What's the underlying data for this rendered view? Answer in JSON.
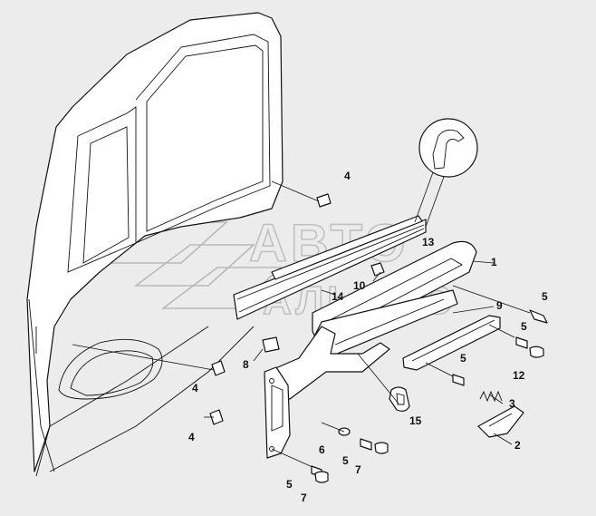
{
  "watermark": {
    "line1": "АВТО",
    "line2": "АЛЬЯНС"
  },
  "callouts": [
    "1",
    "2",
    "3",
    "4",
    "4",
    "4",
    "5",
    "5",
    "5",
    "5",
    "5",
    "6",
    "7",
    "7",
    "8",
    "9",
    "10",
    "12",
    "13",
    "14",
    "15"
  ]
}
